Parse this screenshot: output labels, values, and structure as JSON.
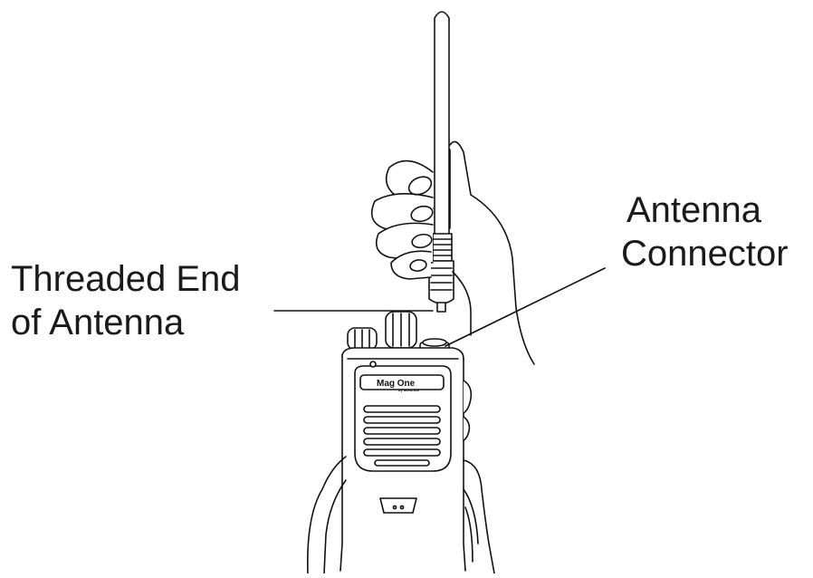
{
  "labels": {
    "threaded_end": [
      "Threaded End",
      "of Antenna"
    ],
    "antenna_connector": [
      "Antenna",
      "Connector"
    ]
  },
  "radio": {
    "brand": "Mag One",
    "sub_brand": "by Motorola"
  }
}
